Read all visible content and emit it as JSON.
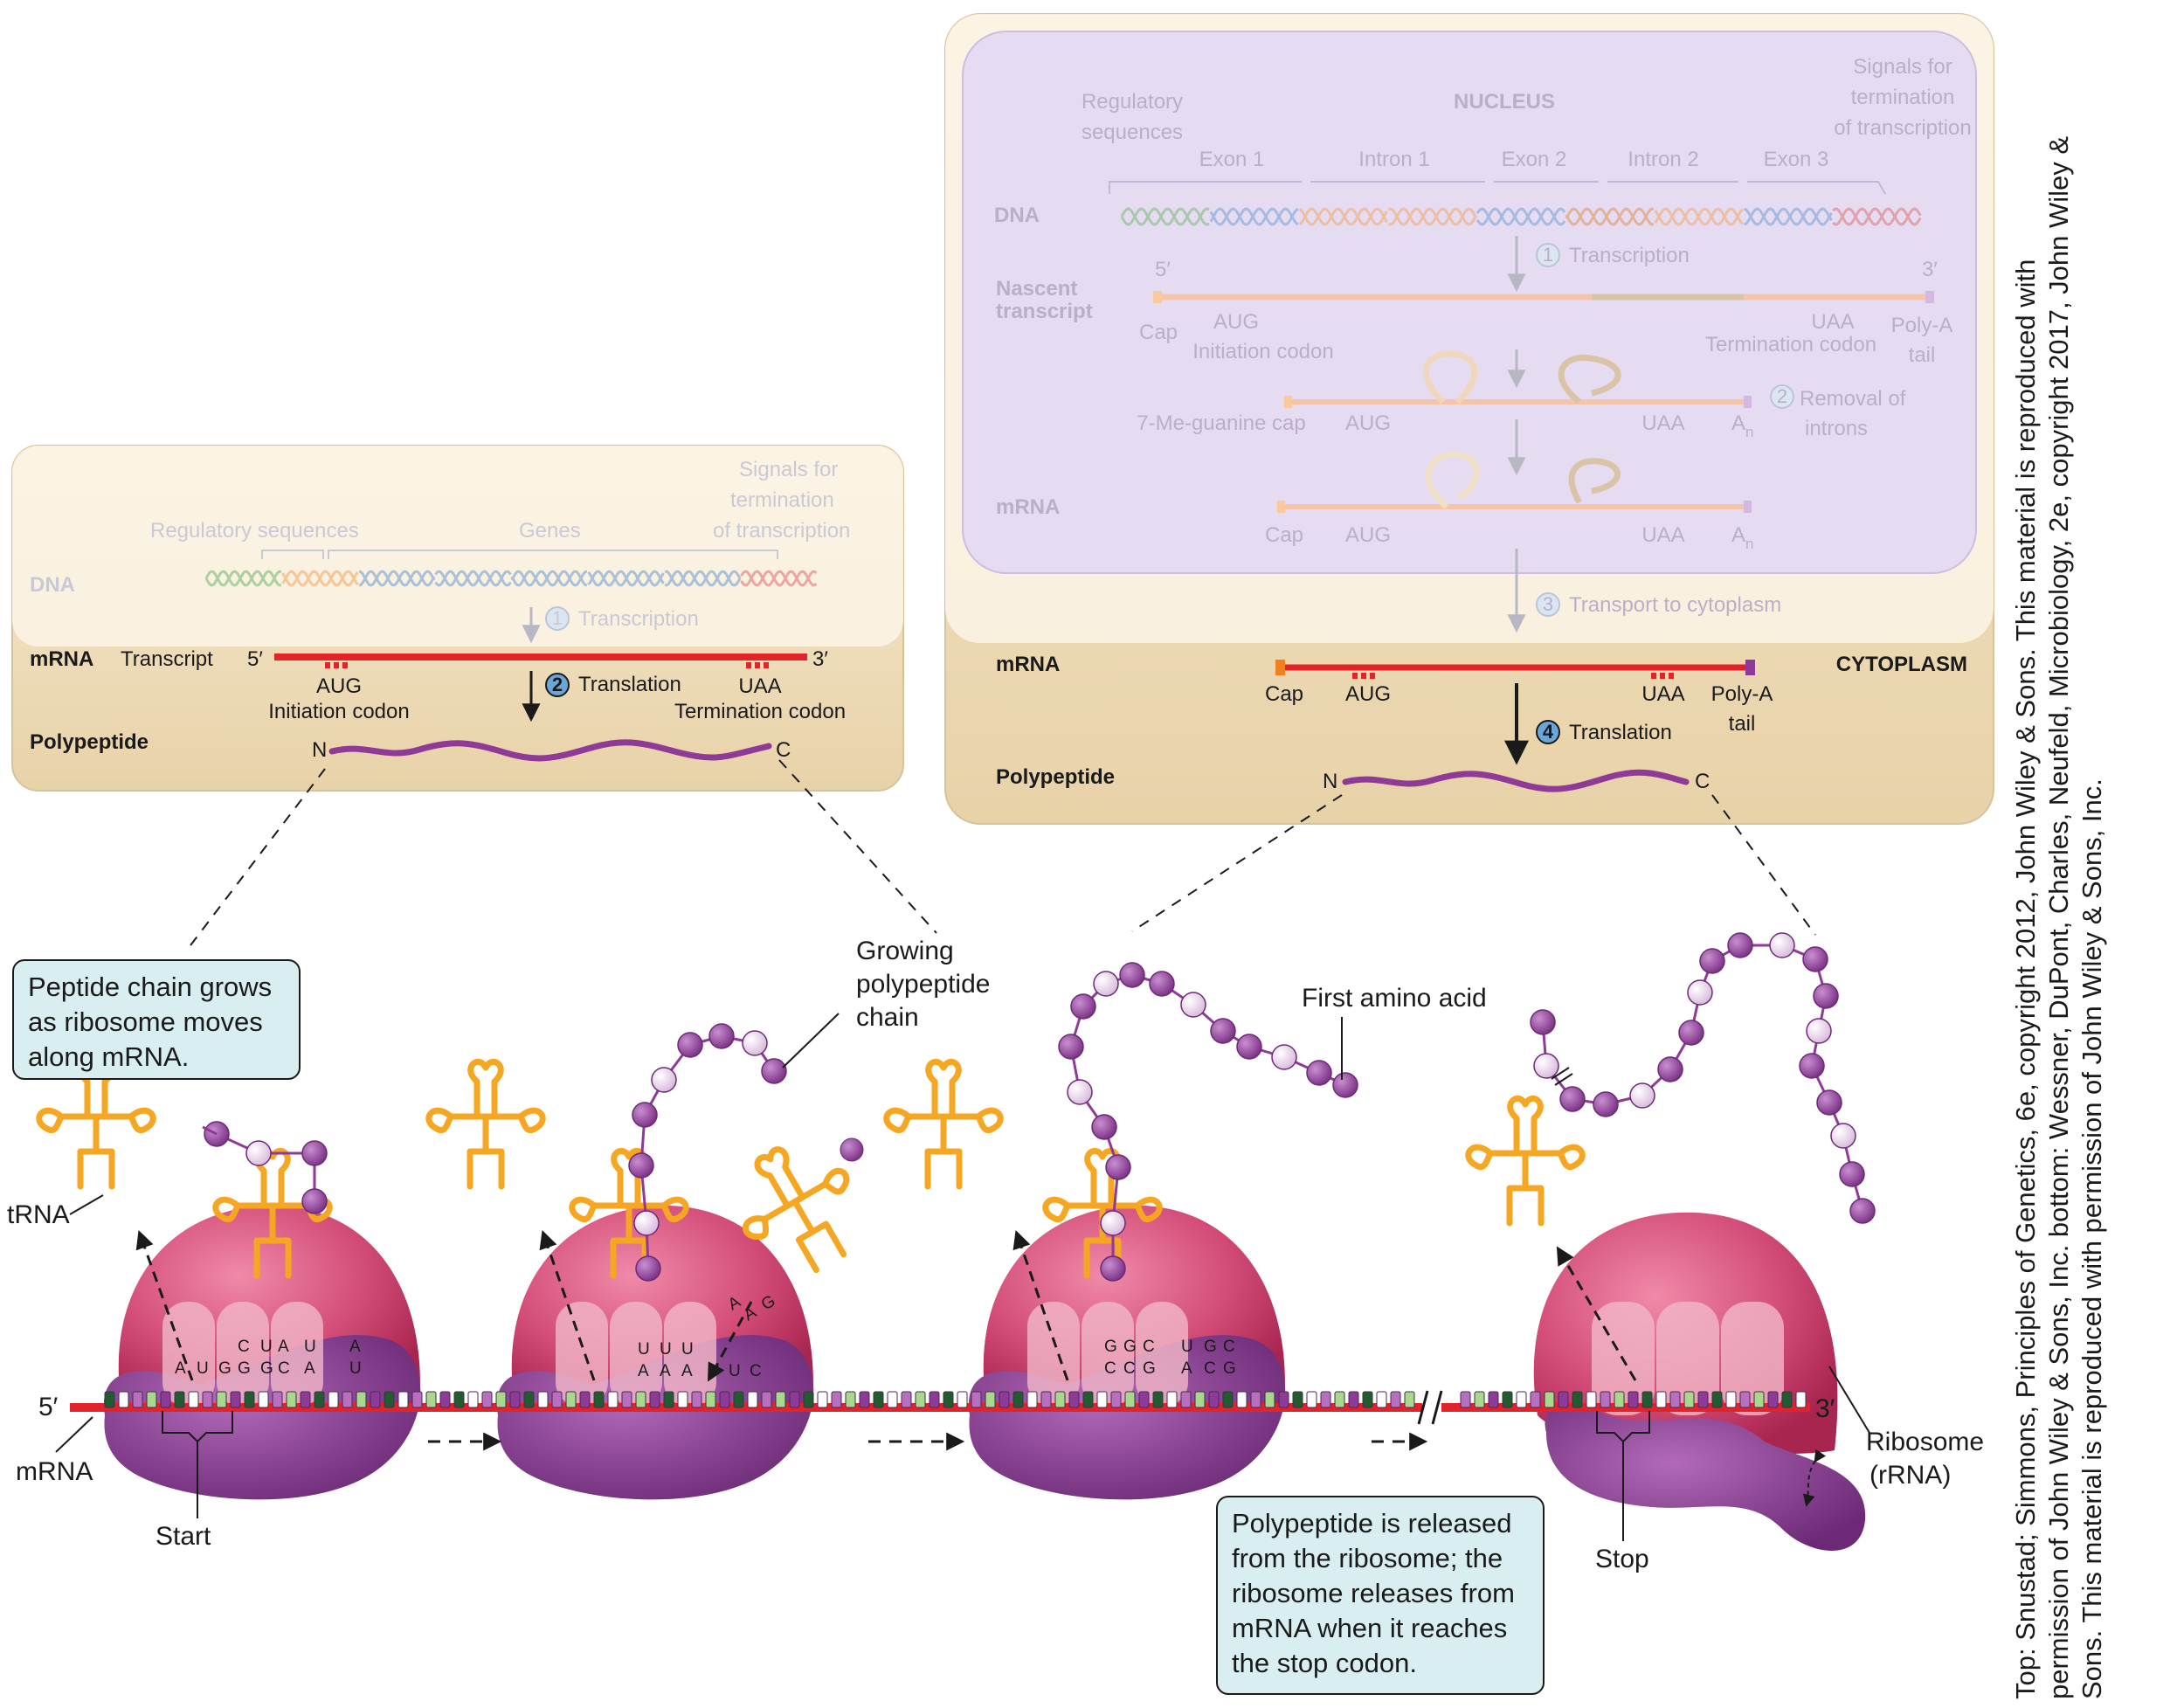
{
  "prokaryote_panel": {
    "dna_label": "DNA",
    "regulatory": "Regulatory sequences",
    "genes": "Genes",
    "signals": [
      "Signals for",
      "termination",
      "of transcription"
    ],
    "step1": "Transcription",
    "step1_num": "1",
    "mrna_label": "mRNA",
    "transcript": "Transcript",
    "five_prime": "5′",
    "three_prime": "3′",
    "step2": "Translation",
    "step2_num": "2",
    "aug": "AUG",
    "init_codon": "Initiation codon",
    "uaa": "UAA",
    "term_codon": "Termination codon",
    "polypeptide_label": "Polypeptide",
    "n": "N",
    "c": "C"
  },
  "eukaryote_panel": {
    "nucleus": "NUCLEUS",
    "regulatory": [
      "Regulatory",
      "sequences"
    ],
    "signals": [
      "Signals for",
      "termination",
      "of transcription"
    ],
    "regions": [
      "Exon 1",
      "Intron 1",
      "Exon 2",
      "Intron 2",
      "Exon 3"
    ],
    "dna_label": "DNA",
    "step1": "Transcription",
    "step1_num": "1",
    "nascent_label": [
      "Nascent",
      "transcript"
    ],
    "five_prime": "5′",
    "three_prime": "3′",
    "cap": "Cap",
    "aug": "AUG",
    "init_codon": "Initiation codon",
    "uaa": "UAA",
    "term_codon": "Termination codon",
    "polya": [
      "Poly-A",
      "tail"
    ],
    "me_cap": "7-Me-guanine cap",
    "an": "A",
    "an_sub": "n",
    "step2_num": "2",
    "step2": [
      "Removal of",
      "introns"
    ],
    "mrna_label": "mRNA",
    "step3_num": "3",
    "step3": "Transport to cytoplasm",
    "cyto_mrna_label": "mRNA",
    "cytoplasm": "CYTOPLASM",
    "step4_num": "4",
    "step4": "Translation",
    "polypeptide_label": "Polypeptide",
    "n": "N",
    "c": "C"
  },
  "translation": {
    "peptide_note": [
      "Peptide chain grows",
      "as ribosome moves",
      "along mRNA."
    ],
    "growing": [
      "Growing",
      "polypeptide",
      "chain"
    ],
    "first_aa": "First amino acid",
    "trna": "tRNA",
    "five_prime": "5′",
    "three_prime": "3′",
    "mrna": "mRNA",
    "start": "Start",
    "stop": "Stop",
    "ribosome": [
      "Ribosome",
      "(rRNA)"
    ],
    "release_note": [
      "Polypeptide is released",
      "from the ribosome; the",
      "ribosome releases from",
      "mRNA when it reaches",
      "the stop codon."
    ],
    "codons_r1": [
      "A",
      "U",
      "G"
    ],
    "anticodon_r1": [
      [
        "C",
        "G"
      ],
      [
        "U",
        "G"
      ],
      [
        "A",
        "C"
      ],
      [
        "U",
        "A"
      ],
      [
        "A",
        "U"
      ]
    ],
    "anticodon_r2": [
      "U",
      "U",
      "U",
      "A",
      "A",
      "A",
      "U",
      "U",
      "C"
    ],
    "incoming_r2": [
      "A",
      "A",
      "G"
    ],
    "anticodon_r3": [
      [
        "G",
        "C"
      ],
      [
        "G",
        "C"
      ],
      [
        "C",
        "G"
      ],
      [
        "U",
        "A"
      ],
      [
        "G",
        "C"
      ],
      [
        "C",
        "G"
      ]
    ]
  },
  "credit": "Top: Snustad; Simmons, Principles of Genetics, 6e, copyright 2012, John Wiley & Sons. This material is reproduced with permission of John Wiley & Sons, Inc. bottom: Wessner, DuPont, Charles, Neufeld, Microbiology, 2e, copyright 2017, John Wiley & Sons. This material is reproduced with permission of John Wiley & Sons, Inc.",
  "colors": {
    "mrna_red": "#e2242a",
    "polypeptide_purple": "#8e3a96",
    "trna_orange": "#f5a623",
    "ribosome_pink": "#c9416e",
    "ribosome_purple": "#8b3f93",
    "panel_tan": "#efdcb8",
    "nucleus_lavender": "#e6dcf2",
    "note_cyan": "#d8eef0"
  }
}
